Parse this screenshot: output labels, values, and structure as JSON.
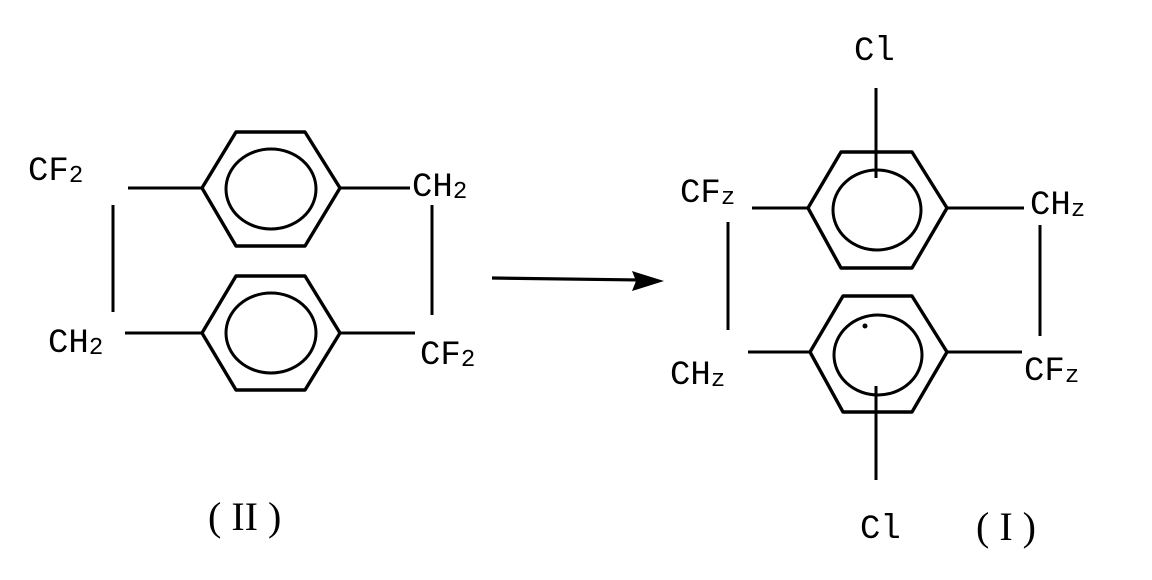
{
  "reactant": {
    "caption": "( II )",
    "groups": {
      "top_left": {
        "main": "CF",
        "sub": "2"
      },
      "top_right": {
        "main": "CH",
        "sub": "2"
      },
      "bottom_left": {
        "main": "CH",
        "sub": "2"
      },
      "bottom_right": {
        "main": "CF",
        "sub": "2"
      }
    }
  },
  "product": {
    "caption": "( I )",
    "substituent_top": "Cl",
    "substituent_bottom": "Cl",
    "groups": {
      "top_left": {
        "main": "CF",
        "sub": "z"
      },
      "top_right": {
        "main": "CH",
        "sub": "z"
      },
      "bottom_left": {
        "main": "CH",
        "sub": "z"
      },
      "bottom_right": {
        "main": "CF",
        "sub": "z"
      }
    }
  }
}
